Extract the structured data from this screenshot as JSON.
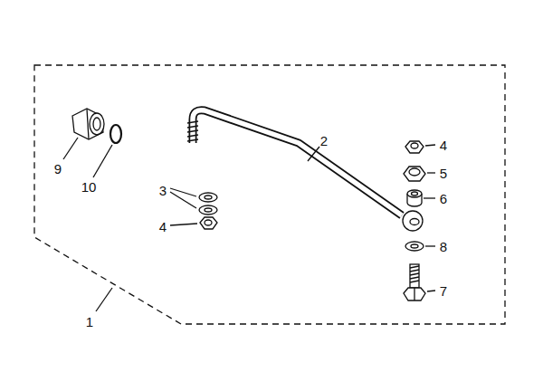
{
  "diagram": {
    "labels": [
      "9",
      "10",
      "2",
      "4",
      "5",
      "3",
      "6",
      "4",
      "8",
      "7",
      "1"
    ]
  }
}
